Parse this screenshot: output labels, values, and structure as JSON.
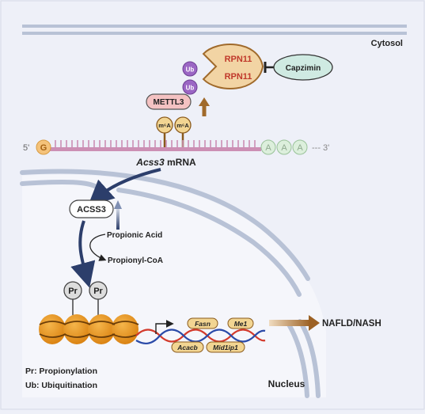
{
  "compartments": {
    "cytosol": "Cytosol",
    "nucleus": "Nucleus"
  },
  "proteasome": {
    "subunit_top": "RPN11",
    "subunit_bottom": "RPN11"
  },
  "inhibitor": {
    "name": "Capzimin"
  },
  "ubiquitin": {
    "tag": "Ub"
  },
  "writer": {
    "name": "METTL3"
  },
  "methylation": {
    "mark": "m⁶A"
  },
  "mrna": {
    "five_prime": "5'",
    "cap": "G",
    "tail": [
      "A",
      "A",
      "A"
    ],
    "three_prime": "--- 3'",
    "gene": "Acss3",
    "suffix": " mRNA"
  },
  "enzyme": {
    "name": "ACSS3"
  },
  "metabolism": {
    "substrate": "Propionic Acid",
    "product": "Propionyl-CoA"
  },
  "histone_mark": {
    "tag": "Pr"
  },
  "genes": [
    "Fasn",
    "Me1",
    "Acacb",
    "Mid1ip1"
  ],
  "outcome": {
    "label": "NAFLD/NASH"
  },
  "legend": [
    "Pr: Propionylation",
    "Ub: Ubiquitination"
  ],
  "colors": {
    "background": "#eef0f8",
    "nucleus": "#f5f6fb",
    "membrane": "#b8c2d6",
    "mrna": "#cc8fb4",
    "proteasome": "#f2d4a4",
    "rpn11_text": "#c0392b",
    "ubiquitin": "#9b66c4",
    "capzimin": "#cfeae2",
    "mettl3": "#f4c2c2",
    "m6a": "#f2d592",
    "arrow_navy": "#2c3e6b",
    "arrow_brown": "#a06a2b",
    "histone": "#e8961e",
    "dna_red": "#d33a2c",
    "dna_blue": "#2a4aa8"
  }
}
